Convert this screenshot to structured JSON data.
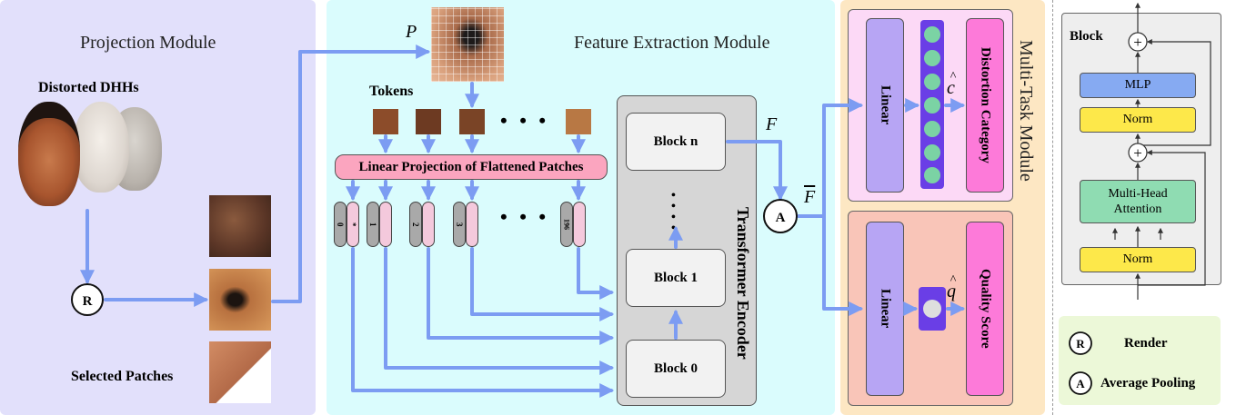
{
  "projection": {
    "title": "Projection Module",
    "distorted_label": "Distorted DHHs",
    "selected_label": "Selected Patches",
    "render_symbol": "R"
  },
  "feature": {
    "title": "Feature Extraction Module",
    "p_label": "P",
    "tokens_label": "Tokens",
    "dots": "• • •",
    "linear_projection": "Linear Projection of Flattened Patches",
    "token_indices": [
      "0",
      "1",
      "2",
      "3",
      "196"
    ],
    "token_cls_mark": "*",
    "encoder_title": "Transformer Encoder",
    "block_n": "Block n",
    "block_1": "Block 1",
    "block_0": "Block 0",
    "f_label": "F",
    "f_bar_label": "F",
    "avg_symbol": "A"
  },
  "multitask": {
    "title": "Multi-Task Module",
    "linear_top": "Linear",
    "linear_bottom": "Linear",
    "distortion_category": "Distortion Category",
    "quality_score": "Quality Score",
    "c_hat": "c",
    "q_hat": "q",
    "hat": "^"
  },
  "block_detail": {
    "title": "Block",
    "mlp": "MLP",
    "norm_top": "Norm",
    "mha": "Multi-Head Attention",
    "norm_bottom": "Norm",
    "plus": "+"
  },
  "legend": {
    "r_symbol": "R",
    "render": "Render",
    "a_symbol": "A",
    "avg_pooling": "Average Pooling"
  },
  "colors": {
    "arrow": "#7c9cf2",
    "projection_bg": "#e2e0fb",
    "feature_bg": "#dafcfd",
    "multitask_bg": "#fde7c3",
    "pink_panel": "#fcd9f6",
    "salmon_panel": "#f9c5b8",
    "linear_purple": "#b7a5f4",
    "pink_box": "#fd7ad9",
    "linear_proj_pink": "#fba5bf",
    "mlp_blue": "#86aaf2",
    "norm_yellow": "#fde84a",
    "mha_green": "#8fdcb2",
    "legend_bg": "#ecf8d8"
  }
}
